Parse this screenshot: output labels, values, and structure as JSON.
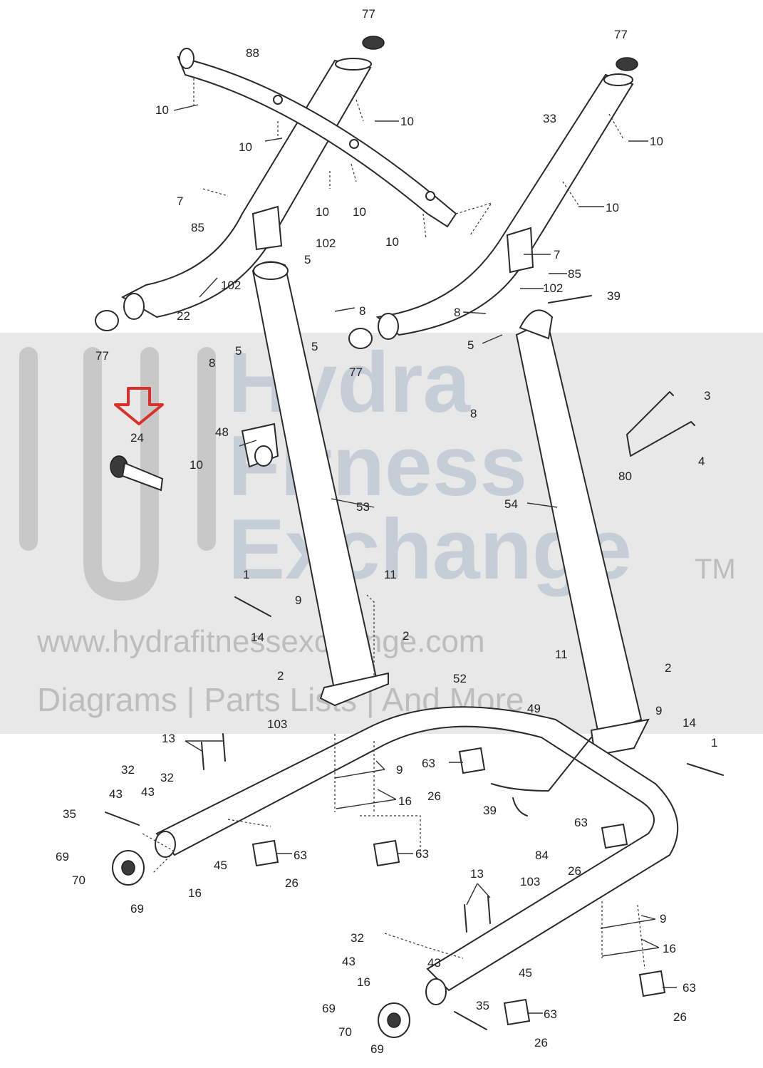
{
  "watermark": {
    "line1": "Hydra",
    "line2": "Fitness",
    "line3": "Exchange",
    "tm": "TM",
    "url": "www.hydrafitnessexchange.com",
    "tagline": "Diagrams | Parts Lists | And More"
  },
  "highlight": {
    "part": "24",
    "arrow_color": "#d9302c"
  },
  "callouts": [
    {
      "id": "c1",
      "text": "77"
    },
    {
      "id": "c2",
      "text": "88"
    },
    {
      "id": "c3",
      "text": "77"
    },
    {
      "id": "c4",
      "text": "10"
    },
    {
      "id": "c5",
      "text": "10"
    },
    {
      "id": "c6",
      "text": "33"
    },
    {
      "id": "c7",
      "text": "10"
    },
    {
      "id": "c8",
      "text": "10"
    },
    {
      "id": "c9",
      "text": "7"
    },
    {
      "id": "c10",
      "text": "10"
    },
    {
      "id": "c11",
      "text": "10"
    },
    {
      "id": "c12",
      "text": "10"
    },
    {
      "id": "c13",
      "text": "85"
    },
    {
      "id": "c14",
      "text": "102"
    },
    {
      "id": "c15",
      "text": "10"
    },
    {
      "id": "c16",
      "text": "5"
    },
    {
      "id": "c17",
      "text": "7"
    },
    {
      "id": "c18",
      "text": "102"
    },
    {
      "id": "c19",
      "text": "85"
    },
    {
      "id": "c20",
      "text": "22"
    },
    {
      "id": "c21",
      "text": "102"
    },
    {
      "id": "c22",
      "text": "8"
    },
    {
      "id": "c23",
      "text": "39"
    },
    {
      "id": "c24",
      "text": "8"
    },
    {
      "id": "c25",
      "text": "77"
    },
    {
      "id": "c26",
      "text": "8"
    },
    {
      "id": "c27",
      "text": "5"
    },
    {
      "id": "c28",
      "text": "5"
    },
    {
      "id": "c29",
      "text": "5"
    },
    {
      "id": "c30",
      "text": "77"
    },
    {
      "id": "c31",
      "text": "8"
    },
    {
      "id": "c32",
      "text": "24"
    },
    {
      "id": "c33",
      "text": "3"
    },
    {
      "id": "c34",
      "text": "48"
    },
    {
      "id": "c35",
      "text": "10"
    },
    {
      "id": "c36",
      "text": "4"
    },
    {
      "id": "c37",
      "text": "80"
    },
    {
      "id": "c38",
      "text": "53"
    },
    {
      "id": "c39",
      "text": "54"
    },
    {
      "id": "c40",
      "text": "1"
    },
    {
      "id": "c41",
      "text": "11"
    },
    {
      "id": "c42",
      "text": "9"
    },
    {
      "id": "c43",
      "text": "14"
    },
    {
      "id": "c44",
      "text": "2"
    },
    {
      "id": "c45",
      "text": "11"
    },
    {
      "id": "c46",
      "text": "2"
    },
    {
      "id": "c47",
      "text": "2"
    },
    {
      "id": "c48",
      "text": "52"
    },
    {
      "id": "c49",
      "text": "49"
    },
    {
      "id": "c50",
      "text": "9"
    },
    {
      "id": "c51",
      "text": "14"
    },
    {
      "id": "c52",
      "text": "103"
    },
    {
      "id": "c53",
      "text": "13"
    },
    {
      "id": "c54",
      "text": "1"
    },
    {
      "id": "c55",
      "text": "63"
    },
    {
      "id": "c56",
      "text": "32"
    },
    {
      "id": "c57",
      "text": "9"
    },
    {
      "id": "c58",
      "text": "32"
    },
    {
      "id": "c59",
      "text": "43"
    },
    {
      "id": "c60",
      "text": "43"
    },
    {
      "id": "c61",
      "text": "16"
    },
    {
      "id": "c62",
      "text": "26"
    },
    {
      "id": "c63",
      "text": "35"
    },
    {
      "id": "c64",
      "text": "39"
    },
    {
      "id": "c65",
      "text": "63"
    },
    {
      "id": "c66",
      "text": "69"
    },
    {
      "id": "c67",
      "text": "45"
    },
    {
      "id": "c68",
      "text": "63"
    },
    {
      "id": "c69",
      "text": "63"
    },
    {
      "id": "c70",
      "text": "84"
    },
    {
      "id": "c71",
      "text": "70"
    },
    {
      "id": "c72",
      "text": "26"
    },
    {
      "id": "c73",
      "text": "16"
    },
    {
      "id": "c74",
      "text": "26"
    },
    {
      "id": "c75",
      "text": "69"
    },
    {
      "id": "c76",
      "text": "13"
    },
    {
      "id": "c77",
      "text": "103"
    },
    {
      "id": "c78",
      "text": "9"
    },
    {
      "id": "c79",
      "text": "32"
    },
    {
      "id": "c80",
      "text": "16"
    },
    {
      "id": "c81",
      "text": "43"
    },
    {
      "id": "c82",
      "text": "43"
    },
    {
      "id": "c83",
      "text": "45"
    },
    {
      "id": "c84",
      "text": "16"
    },
    {
      "id": "c85",
      "text": "63"
    },
    {
      "id": "c86",
      "text": "69"
    },
    {
      "id": "c87",
      "text": "35"
    },
    {
      "id": "c88",
      "text": "63"
    },
    {
      "id": "c89",
      "text": "26"
    },
    {
      "id": "c90",
      "text": "70"
    },
    {
      "id": "c91",
      "text": "26"
    },
    {
      "id": "c92",
      "text": "69"
    }
  ]
}
